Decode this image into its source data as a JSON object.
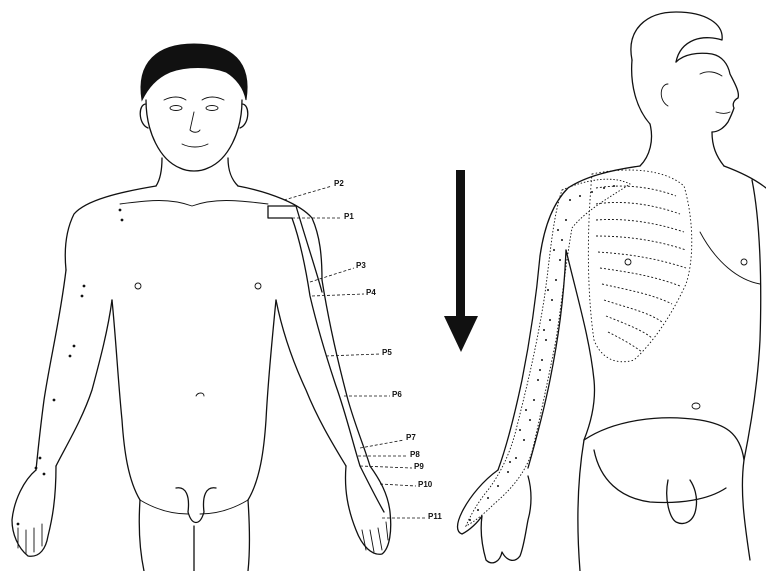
{
  "figure": {
    "point_labels": [
      "P2",
      "P1",
      "P3",
      "P4",
      "P5",
      "P6",
      "P7",
      "P8",
      "P9",
      "P10",
      "P11"
    ],
    "arrow_direction": "down",
    "colors": {
      "ink": "#111111",
      "background": "#ffffff"
    }
  }
}
